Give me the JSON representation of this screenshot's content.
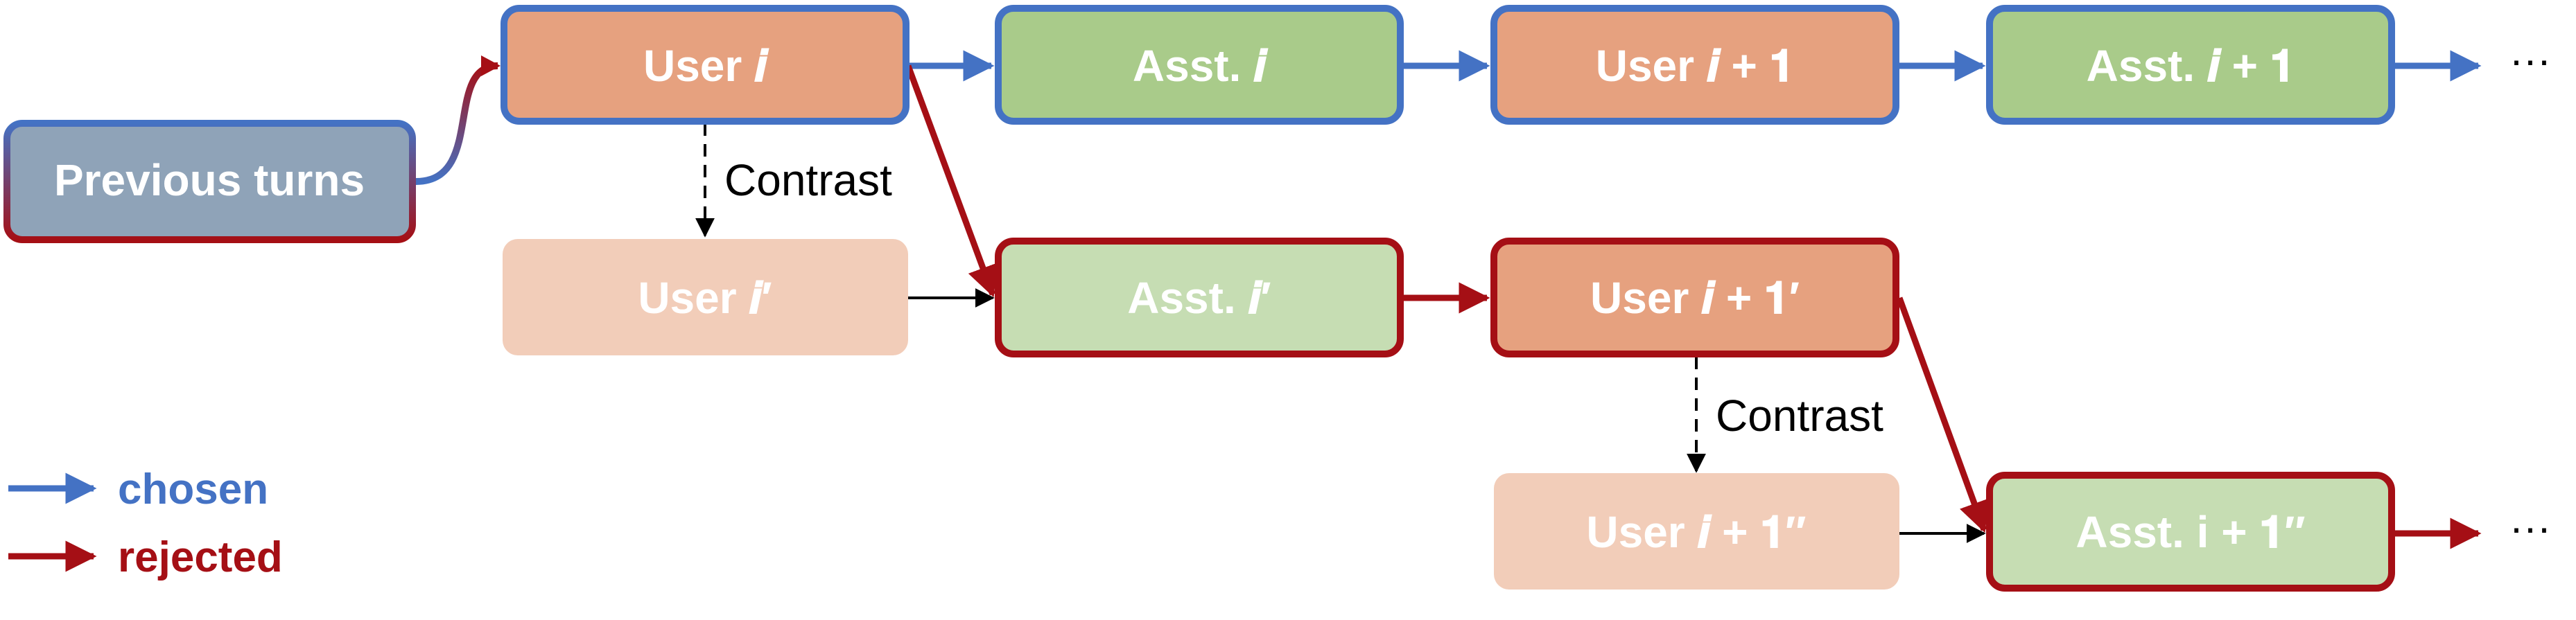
{
  "nodes": {
    "previous_turns": {
      "label": "Previous turns",
      "fill": "#8FA3B8"
    },
    "user_i": {
      "label": "User 𝒊",
      "fill": "#E6A17F"
    },
    "asst_i": {
      "label": "Asst. 𝒊",
      "fill": "#A9CB8A"
    },
    "user_i1": {
      "label": "User 𝒊 + 𝟏",
      "fill": "#E6A17F"
    },
    "asst_i1": {
      "label": "Asst. 𝒊 + 𝟏",
      "fill": "#A9CB8A"
    },
    "user_i_prime": {
      "label": "User 𝒊′",
      "fill": "#F2CDB9"
    },
    "asst_i_prime": {
      "label": "Asst. 𝒊′",
      "fill": "#C6DDB3"
    },
    "user_i1_prime": {
      "label": "User 𝒊 + 𝟏′",
      "fill": "#E6A17F"
    },
    "user_i1_dprime": {
      "label": "User 𝒊 + 𝟏″",
      "fill": "#F2CDB9"
    },
    "asst_i1_dprime": {
      "label": "Asst. i + 𝟏″",
      "fill": "#C6DDB3"
    }
  },
  "labels": {
    "contrast_1": "Contrast",
    "contrast_2": "Contrast",
    "ellipsis": "···"
  },
  "legend": {
    "chosen": {
      "label": "chosen",
      "color": "#4472C4"
    },
    "rejected": {
      "label": "rejected",
      "color": "#A50F15"
    }
  },
  "colors": {
    "chosen": "#4472C4",
    "rejected": "#A50F15",
    "neutral": "#000000"
  }
}
